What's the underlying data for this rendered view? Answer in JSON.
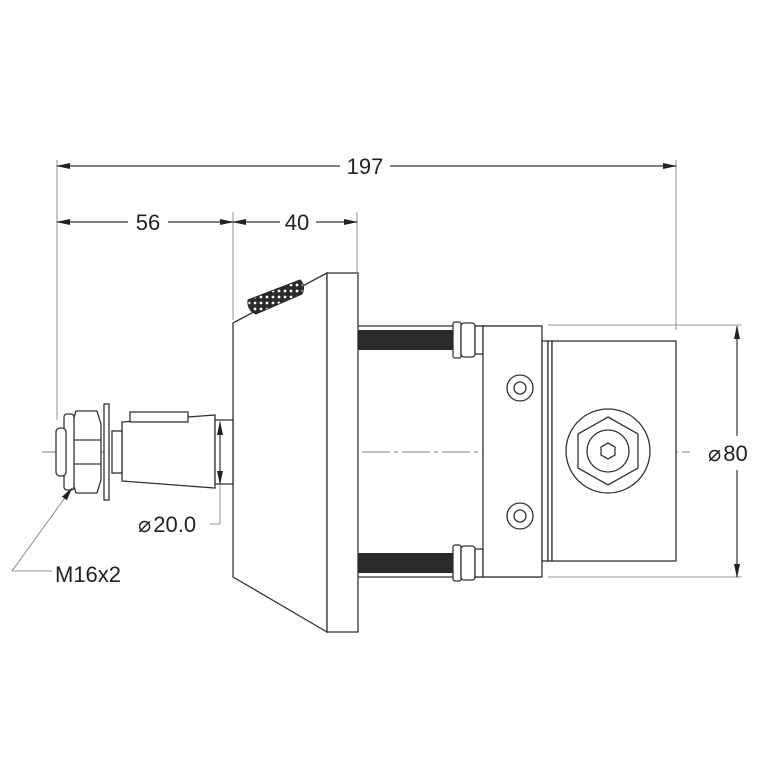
{
  "drawing": {
    "type": "technical side-view dimension drawing",
    "background": "#ffffff",
    "line_color": "#333333"
  },
  "dimensions": {
    "overall_length": {
      "value": "197",
      "label": "197"
    },
    "stem_length": {
      "value": "56",
      "label": "56"
    },
    "flange_length": {
      "value": "40",
      "label": "40"
    },
    "stem_diameter": {
      "symbol": "⌀",
      "value": "20.0",
      "label": "20.0"
    },
    "body_diameter": {
      "symbol": "⌀",
      "value": "80",
      "label": "80"
    },
    "thread_callout": {
      "label": "M16x2"
    }
  }
}
